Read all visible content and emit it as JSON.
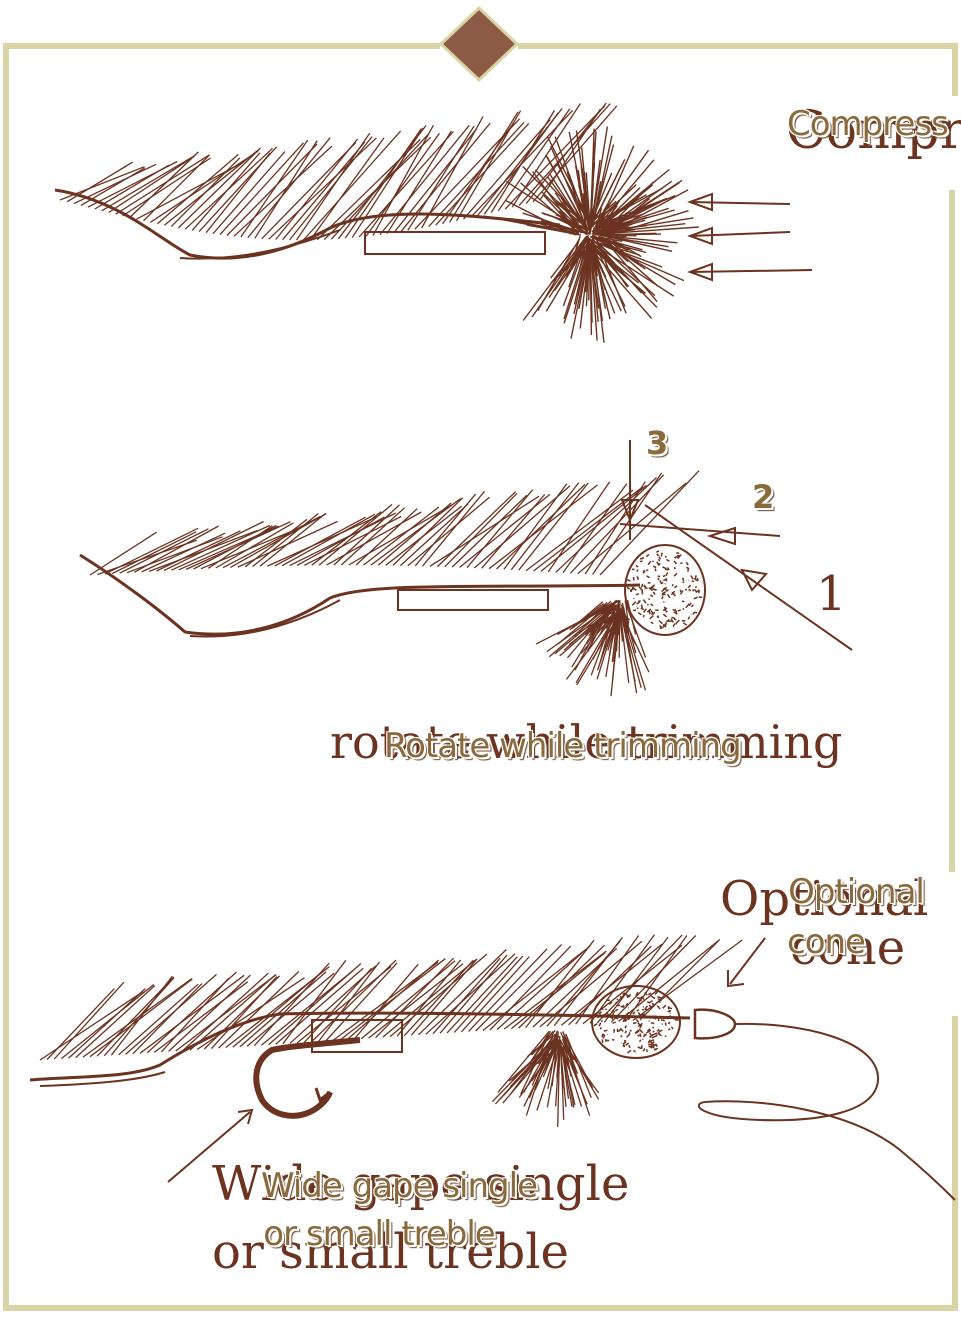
{
  "colors": {
    "frame": "#d8d4a6",
    "diamond": "#8c5a45",
    "ink": "#6b3320",
    "label_text": "#8a6a3c"
  },
  "labels": {
    "compress": "Compress",
    "step3": "3",
    "step2": "2",
    "rotate": "Rotate while trimming",
    "optional_line1": "Optional",
    "optional_line2": "cone",
    "hook_line1": "Wide gape single",
    "hook_line2": "or small treble"
  },
  "handwriting": {
    "compress": "Compress",
    "step1": "1",
    "rotate": "rotate while trimming",
    "optional": "Optional",
    "cone": "cone",
    "hook_line1": "Wide gape single",
    "hook_line2": "or small treble"
  },
  "icons": {
    "frame_ornament": "diamond-icon"
  }
}
